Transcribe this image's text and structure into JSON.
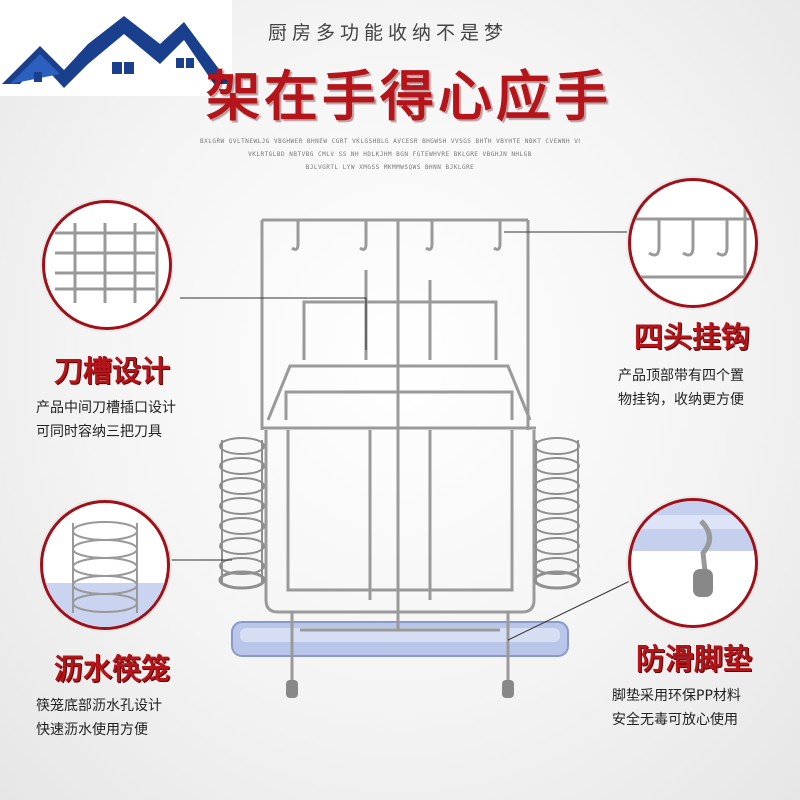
{
  "header": {
    "subtitle": "厨房多功能收纳不是梦",
    "slogan": "架在手得心应手",
    "english_lines": [
      "BXLGRW GVLTNEWLJG VBGHWER BHNEW CGRT VKLGSHBLG AVCESR BHGWSH VVSGS BHTH VBYHTE NBKT CVEWNH VGNS BYHE",
      "VKLRTGLBD NBTVBG CMLV SS NH HDLKJHM BGN FGTEWHVRE BKLGRE VBGHJN NHLGB",
      "BJLVGRTL LYW XMGSS MKMMWSQWS BHNN BJKLGRE"
    ]
  },
  "features": {
    "knife_slot": {
      "title": "刀槽设计",
      "desc_lines": [
        "产品中间刀槽插口设计",
        "可同时容纳三把刀具"
      ]
    },
    "hooks": {
      "title": "四头挂钩",
      "desc_lines": [
        "产品顶部带有四个置",
        "物挂钩，收纳更方便"
      ]
    },
    "chopstick_cage": {
      "title": "沥水筷笼",
      "desc_lines": [
        "筷笼底部沥水孔设计",
        "快速沥水使用方便"
      ]
    },
    "foot_pad": {
      "title": "防滑脚垫",
      "desc_lines": [
        "脚垫采用环保PP材料",
        "安全无毒可放心使用"
      ]
    }
  },
  "colors": {
    "accent": "#b4141a",
    "logo_roof": "#1a3f8c",
    "tray": "#b9c6ea"
  }
}
